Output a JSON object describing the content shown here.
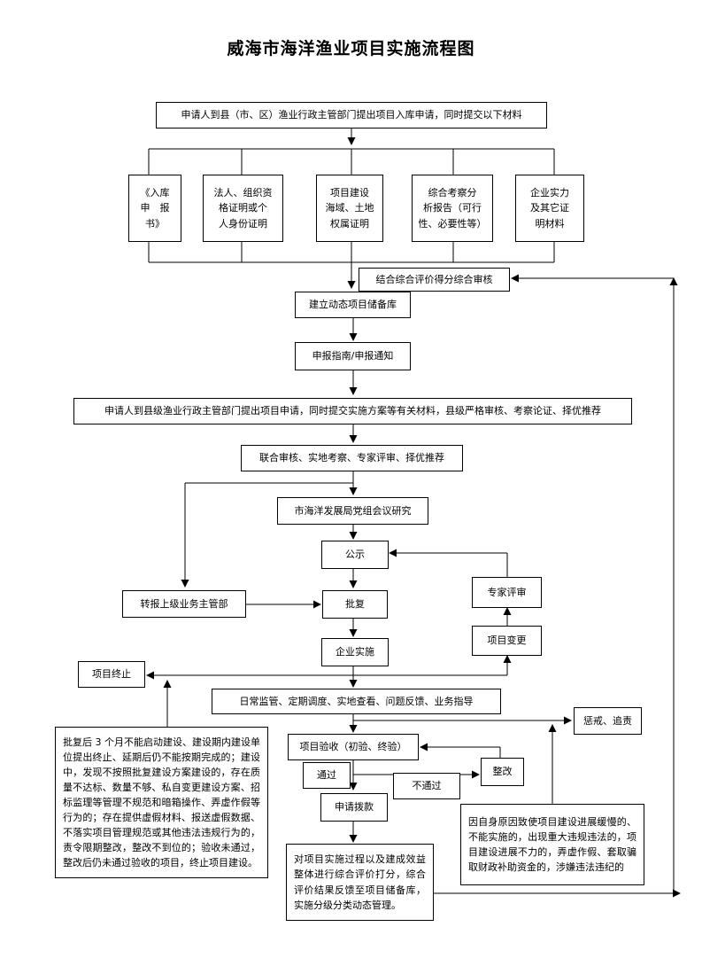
{
  "title": "威海市海洋渔业项目实施流程图",
  "nodes": {
    "apply_storage": "申请人到县（市、区）渔业行政主管部门提出项目入库申请，同时提交以下材料",
    "doc1": "《入库\n申　报\n书》",
    "doc2": "法人、组织资\n格证明或个\n人身份证明",
    "doc3": "项目建设\n海域、土地\n权属证明",
    "doc4": "综合考察分\n析报告（可行\n性、必要性等）",
    "doc5": "企业实力\n及其它证\n明材料",
    "review": "结合综合评价得分综合审核",
    "build_db": "建立动态项目储备库",
    "guide": "申报指南/申报通知",
    "apply_project": "申请人到县级渔业行政主管部门提出项目申请，同时提交实施方案等有关材料，县级严格审核、考察论证、择优推荐",
    "joint_review": "联合审核、实地考察、专家评审、择优推荐",
    "bureau_meeting": "市海洋发展局党组会议研究",
    "publicity": "公示",
    "report_upper": "转报上级业务主管部",
    "approve": "批复",
    "expert_review": "专家评审",
    "project_change": "项目变更",
    "implement": "企业实施",
    "terminate": "项目终止",
    "daily_supervision": "日常监管、定期调度、实地查看、问题反馈、业务指导",
    "punish": "惩戒、追责",
    "acceptance": "项目验收（初验、终验）",
    "pass": "通过",
    "fail": "不通过",
    "rectify": "整改",
    "apply_fund": "申请拨款",
    "evaluate": "对项目实施过程以及建成效益整体进行综合评价打分，综合评价结果反馈至项目储备库，实施分级分类动态管理。",
    "termination_rules": "批复后 3 个月不能启动建设、建设期内建设单位提出终止、延期后仍不能按期完成的；建设中，发现不按照批复建设方案建设的，存在质量不达标、数量不够、私自变更建设方案、招标监理等管理不规范和暗箱操作、弄虚作假等行为的；存在提供虚假材料、报送虚假数据、不落实项目管理规范或其他违法违规行为的，责令限期整改，整改不到位的；验收未通过，整改后仍未通过验收的项目，终止项目建设。",
    "accountability_rules": "因自身原因致使项目建设进展缓慢的、不能实施的，出现重大违规违法的，项目建设进展不力的，弄虚作假、套取骗取财政补助资金的，涉嫌违法违纪的"
  }
}
